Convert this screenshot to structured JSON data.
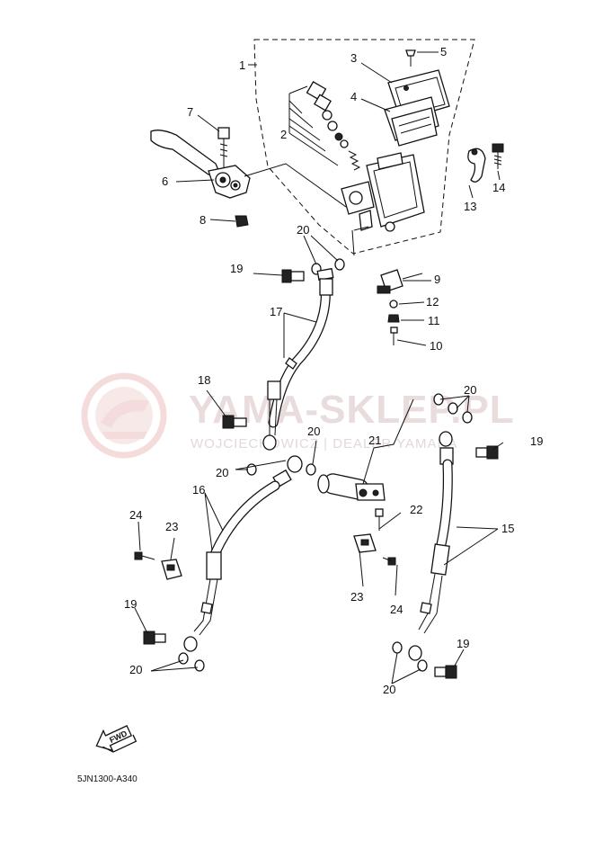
{
  "diagram": {
    "code": "5JN1300-A340",
    "fwd_label": "FWD",
    "watermark": {
      "title": "YAMA-SKLEP.PL",
      "subtitle": "WOJCIECHOWICZ | DEALER YAMAHA",
      "color": "#e8b3b3"
    },
    "labels": [
      {
        "id": "1",
        "text": "1"
      },
      {
        "id": "2",
        "text": "2"
      },
      {
        "id": "3",
        "text": "3"
      },
      {
        "id": "4",
        "text": "4"
      },
      {
        "id": "5",
        "text": "5"
      },
      {
        "id": "6",
        "text": "6"
      },
      {
        "id": "7",
        "text": "7"
      },
      {
        "id": "8",
        "text": "8"
      },
      {
        "id": "9",
        "text": "9"
      },
      {
        "id": "10",
        "text": "10"
      },
      {
        "id": "11",
        "text": "11"
      },
      {
        "id": "12",
        "text": "12"
      },
      {
        "id": "13",
        "text": "13"
      },
      {
        "id": "14",
        "text": "14"
      },
      {
        "id": "15",
        "text": "15"
      },
      {
        "id": "16",
        "text": "16"
      },
      {
        "id": "17",
        "text": "17"
      },
      {
        "id": "18",
        "text": "18"
      },
      {
        "id": "19a",
        "text": "19"
      },
      {
        "id": "19b",
        "text": "19"
      },
      {
        "id": "19c",
        "text": "19"
      },
      {
        "id": "19d",
        "text": "19"
      },
      {
        "id": "20a",
        "text": "20"
      },
      {
        "id": "20b",
        "text": "20"
      },
      {
        "id": "20c",
        "text": "20"
      },
      {
        "id": "20d",
        "text": "20"
      },
      {
        "id": "20e",
        "text": "20"
      },
      {
        "id": "20f",
        "text": "20"
      },
      {
        "id": "21",
        "text": "21"
      },
      {
        "id": "22",
        "text": "22"
      },
      {
        "id": "23a",
        "text": "23"
      },
      {
        "id": "23b",
        "text": "23"
      },
      {
        "id": "24a",
        "text": "24"
      },
      {
        "id": "24b",
        "text": "24"
      }
    ]
  }
}
